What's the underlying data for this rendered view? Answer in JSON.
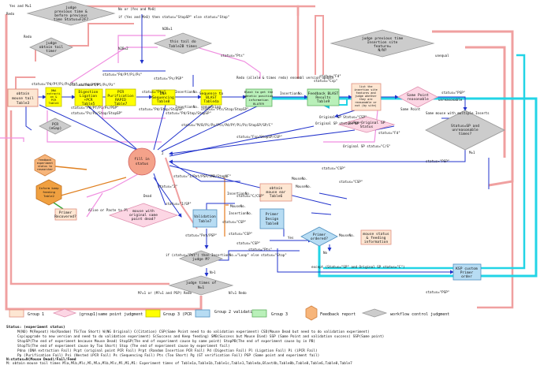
{
  "nodes": {
    "obtain_mouse_tail": [
      "obtain",
      "mouse tail",
      "Table3"
    ],
    "judge_prev_time_status": [
      "judge",
      "previous time &",
      "before previous",
      "time Status=F2F?"
    ],
    "judge_obtain_tail_timer": [
      "judge",
      "obtain tail",
      "timer"
    ],
    "pcr_gap": [
      "PCR",
      "(eGap)"
    ],
    "dna_extraction_pcr": [
      "DNA",
      "extracti",
      "on &",
      "PCR",
      "Table4"
    ],
    "digestion_ligation": [
      "Digestion",
      "Ligation",
      "+PCR",
      "Table5"
    ],
    "purification": [
      "PCR",
      "Purification",
      "RAPID",
      "Table7"
    ],
    "dna_sequencing": [
      "DNA",
      "Sequencing",
      "Table8"
    ],
    "sequence_to_blast": [
      "Sequence to",
      "BLAST",
      "Table4a"
    ],
    "blast_position": [
      "Blast to get the",
      "genetic position",
      "information",
      "BLATER"
    ],
    "feedback_blast": [
      "Feedback BLAST",
      "Results",
      "Table9"
    ],
    "this_tail_do_table2b": [
      "this tail do",
      "Table2B times"
    ],
    "judge_prev_insertion": [
      "judge previous time",
      "Insertion site",
      "feature=",
      "N/N?"
    ],
    "list_insertion": [
      "list the",
      "insertion site",
      "features and",
      "judge whether",
      "they are",
      "reasonable or",
      "not (by site)"
    ],
    "same_point": [
      "Same Point",
      "reasonable"
    ],
    "judge_original_status": [
      "judge Original SP",
      "Status"
    ],
    "status_unreasonable": [
      "Status=SP and",
      "unreasonable",
      "times?"
    ],
    "fill_in_status": [
      "fill in",
      "status"
    ],
    "feedback_report": [
      "feedback",
      "experiment",
      "status to",
      "researcher"
    ],
    "inform_keep": [
      "Inform keep",
      "feeding",
      "Table2"
    ],
    "primer_recovered": [
      "Primer",
      "Recovered?"
    ],
    "mouse_same_point": [
      "mouse with",
      "original same",
      "point dead?"
    ],
    "validation": [
      "Validation",
      "Table7"
    ],
    "obtain_mouse_ear": [
      "obtain",
      "mouse ear",
      "Table6"
    ],
    "primer_design": [
      "Primer",
      "Design",
      "Table8"
    ],
    "primer_ordered": [
      "Primer",
      "ordered?"
    ],
    "mouse_status_feeding": [
      "mouse status",
      "& feeding",
      "information"
    ],
    "judge_m": [
      "judge M?"
    ],
    "judge_times_n": [
      "judge times of",
      "N=1"
    ],
    "ksp_custom": [
      "KSP custom",
      "Primer",
      "order"
    ]
  },
  "edge_labels": [
    "Yes and M=1",
    "Redo",
    "No or (Yes and M>0)",
    "if (Yes and M>0) then status=\"StopSP\" else status=\"Stop\"",
    "N2B=1",
    "N2B=2",
    "status=\"Pts\"",
    "status=\"Pd/Pf/Pi/Ps\"",
    "status=\"Pd/Pf/Pi/Ps/Pz\"",
    "status=\"Ps/PSP\"",
    "status=\"PP\"",
    "status=\"Pd/Pf/Pi/Ps/Pz\"",
    "Redo",
    "status=\"Pd/Pf/Pi/Ps/PSP\"",
    "status=\"Ps/Pz/Stop/StopSP\"",
    "InsertionNo.",
    "status=\"Pts\"",
    "InsertionNo. sequencing",
    "status=\"Pd/Stop/StopSP\"",
    "status=\"Pd/Stop/StopSP\"",
    "status=\"Pts/Stop/StopSP\"",
    "Redo (allele & times redo) ensembl version update",
    "InsertionNo.",
    "status=\"Csp\"",
    "status=\"PSP\"",
    "Same Point",
    "unreasonable",
    "Same mouse with multiple Inserts",
    "unequal",
    "status=\"M/B/Pi/Px/Pts/Pd/Pf/Pi/Pz/StopSP/SP/C\"",
    "status=\"Fsp/StopSP/CSP\"",
    "Original SP Status=\"CSP\"",
    "Original SP status=\"C/S\"",
    "status=\"CSP\"",
    "status=\"Fd\"",
    "status=\"PSP\"",
    "M=1",
    "status=\"CSP\"",
    "Original SP status=\"SP\"",
    "MouseNo.",
    "status=\"1/Pet/PSP/SMB/StopNF\"",
    "status=\"I/SP\"",
    "Dead",
    "status=\"2\"",
    "Alive or Paste to Pl",
    "status=\"Pet/PSP\"",
    "InsertionNo.",
    "status=\"C/CSP\"",
    "InsertionNo.",
    "status=\"CSP\"",
    "status=\"CSP\"",
    "status=\"CSP\"",
    "Yes",
    "No",
    "status=\"Pts\"",
    "if (status=\"Pet\") then InsertionNo.=\"Loop\" else status=\"Stop\"",
    "except (Status=\"SP\" and Original SP status=\"C\")",
    "M?=1 or (M?=1 and PSP) Redo",
    "N?=1 Redo",
    "status=\"PSP\"",
    "N>1",
    "2",
    "MouseNo.",
    "MouseNo.",
    "MouseNo.",
    "status=\"Fd\""
  ],
  "legend": [
    {
      "label": "Group 1"
    },
    {
      "label": "(group1)same point judgment"
    },
    {
      "label": "Group 3 (PCR"
    },
    {
      "label": "Group 2 validation"
    },
    {
      "label": "Group 3"
    },
    {
      "label": "Feedback report"
    },
    {
      "label": "workflow control judgment"
    }
  ],
  "status_block": {
    "title": "Status: (experiment status)",
    "lines": [
      "M(NO) M(Repeat) Ha(Random) TS(Too Short) W(NG Original) C(Citation) CSP(Same Point need to do validation experiment) CSD(Mouse Dead but need to do validation experiment)",
      "Csp(upgrade to new version and need to do validation experiment) S(Success and Keep feeding) SMB(Success but Mouse Died) SSP (Same Point and validation success) SSP(Same point)",
      "StopSP(The end of experiment because Mouse Dead) StopSP(The end of experiment cause by same point) StopPB(The end of experiment cause by in PB)",
      "StopTS(The end of experiment cause by Too Short) Stop (The end of experiment cause by experiment fail)",
      "Pdna (DNA extraction Fail) Pcpt (original point PCR Fail) Prpt (Random Insertion PCR Fail) Pd (Digestion Fail) Pl (Ligation Fail) Pi (iPCR Fail)",
      "Pp (Purification Fail) Psi (Nested iPCR Fail) Ps (Sequencing Fail) Pts (Too Short) Pg (GT verification Fail) PSP (Same point and experiment fail)"
    ],
    "footer_bold": "N:status=N(Mouse Dead)/Fail/Feed",
    "footer_line": "M: obtain mouse tail times Mla,Mlb,Mlc,Ml,Mla,Mlb,Mlc,Ml,M1,M1: Experiment times of Table1a,Table1b,Table1c,Table1,Table4a,Blast4b,Table8b,Table8,Table6,Table8,Table7"
  },
  "colors": {
    "group1": "#fde6d2",
    "same_point": "#fcd6e4",
    "group3_pcr": "#ffff00",
    "group2": "#b7dcf3",
    "group3": "#b9f0b9",
    "feedback": "#f7b57a",
    "control": "#cccccc",
    "fill_status": "#f4a28a",
    "line_pink": "#f0a0a0",
    "line_magenta": "#f08ee0",
    "line_blue": "#2233cc",
    "line_cyan": "#22d4e6",
    "line_orange": "#f0b078"
  }
}
